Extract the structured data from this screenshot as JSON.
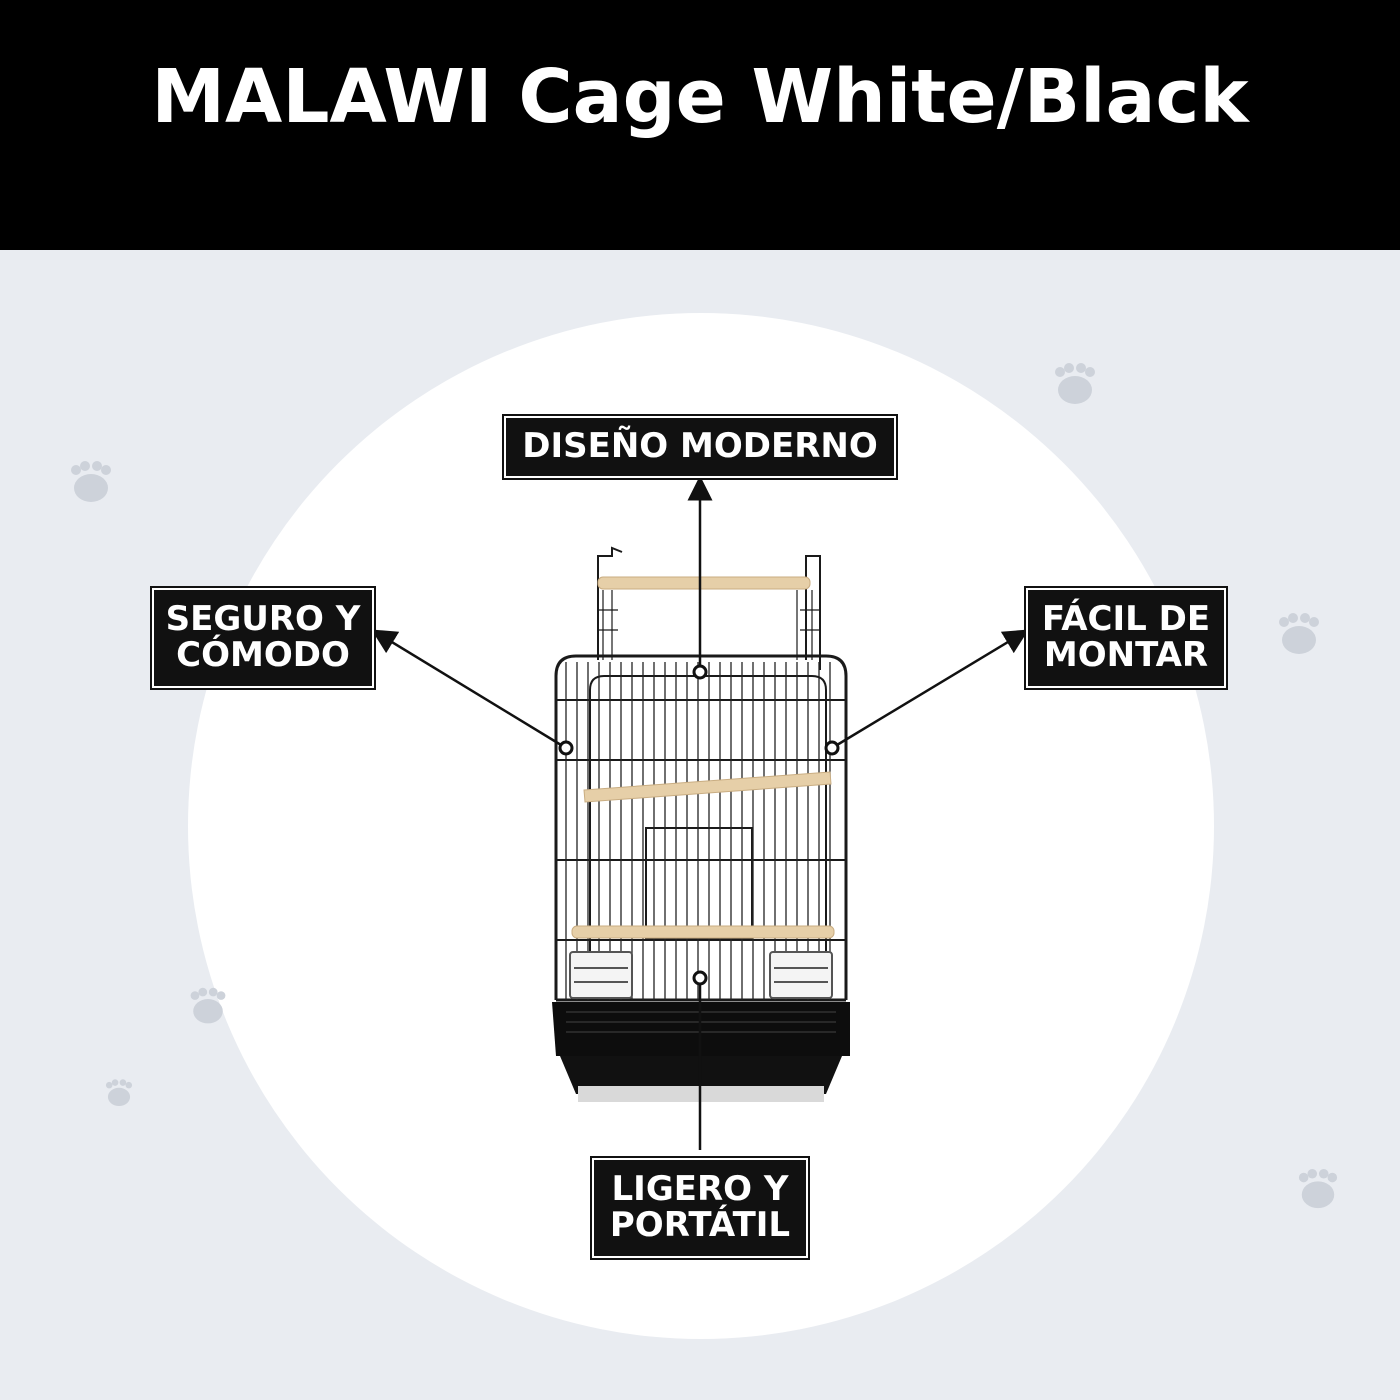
{
  "header": {
    "title": "MALAWI Cage White/Black"
  },
  "features": {
    "top": [
      "DISEÑO MODERNO"
    ],
    "left": [
      "SEGURO Y",
      "CÓMODO"
    ],
    "right": [
      "FÁCIL DE",
      "MONTAR"
    ],
    "bottom": [
      "LIGERO Y",
      "PORTÁTIL"
    ]
  },
  "colors": {
    "header_bg": "#000000",
    "page_bg": "#e9ecf1",
    "circle_bg": "#ffffff",
    "label_bg": "#111111",
    "perch_wood": "#e6cfa8",
    "paw_print": "#cdd2da"
  },
  "icons": [
    "paw-print-icon",
    "bird-cage-image"
  ]
}
